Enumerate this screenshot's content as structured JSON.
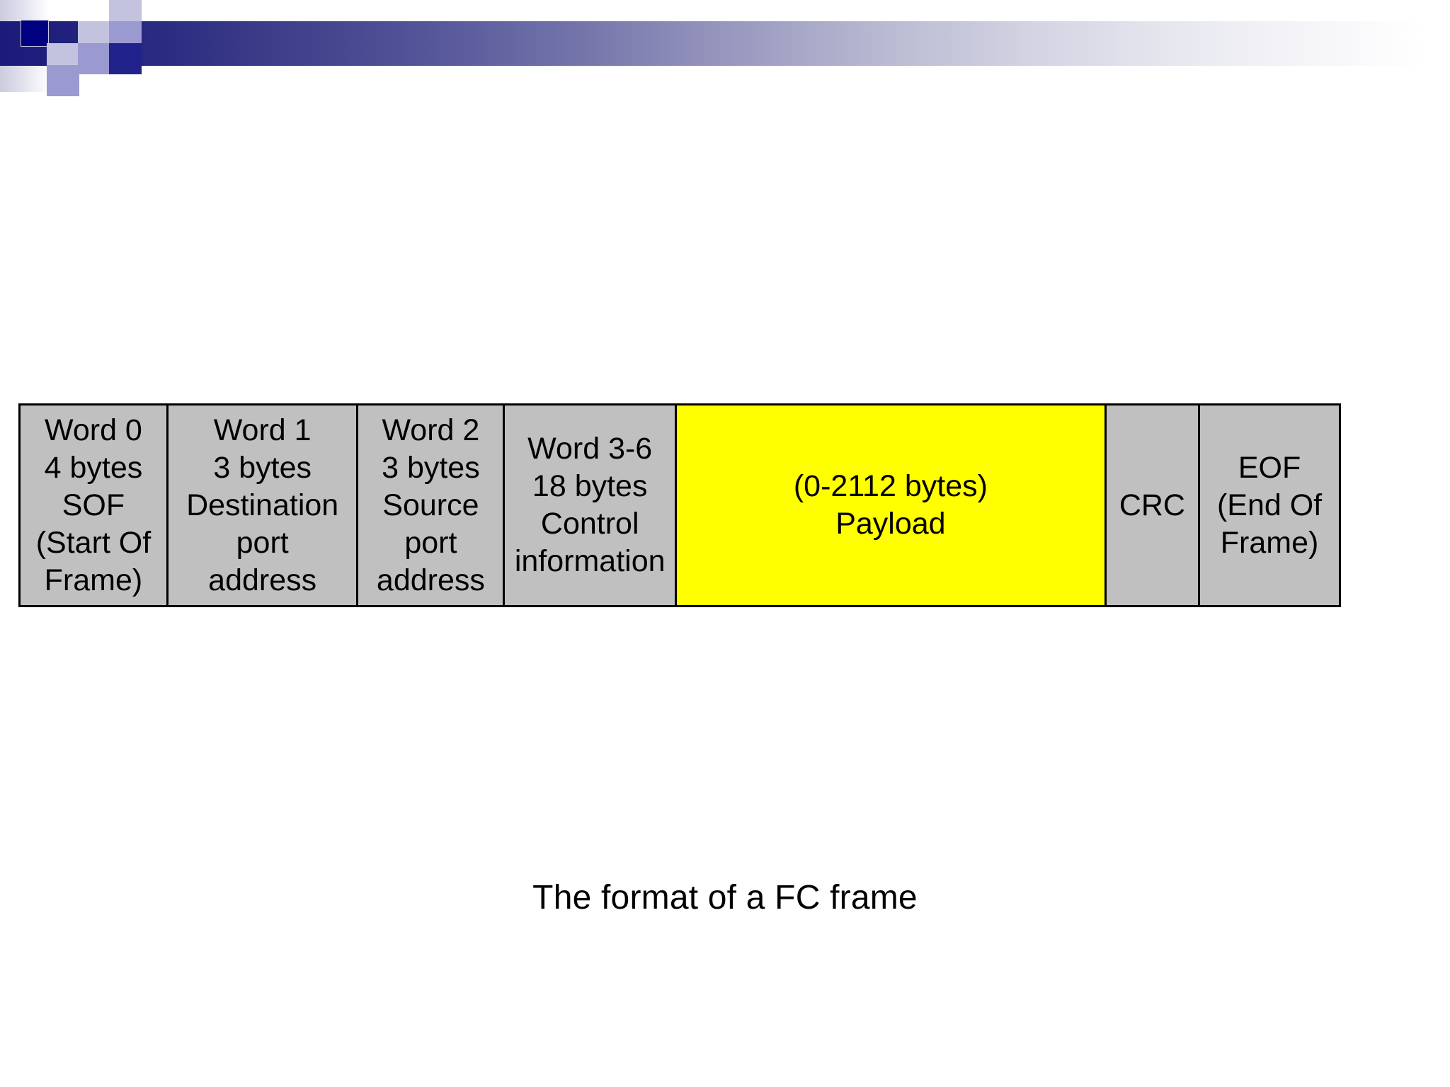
{
  "slide": {
    "background_color": "#ffffff",
    "caption": "The format of a FC frame"
  },
  "header": {
    "name": "decorative-banner",
    "gradient_from": "#1b1b7a",
    "gradient_to": "#ffffff",
    "accent_navy": "#000080",
    "accent_lilac": "#c3c3e0",
    "accent_periwinkle": "#9a9ad0",
    "accent_darkblue": "#22228c"
  },
  "diagram": {
    "title": "The format of a FC frame",
    "border_color": "#000000",
    "default_cell_color": "#c0c0c0",
    "highlight_cell_color": "#ffff00",
    "cells": [
      {
        "id": "sof",
        "lines": [
          "Word 0",
          "4 bytes",
          "SOF",
          "(Start Of",
          "Frame)"
        ],
        "color": "#c0c0c0"
      },
      {
        "id": "destination-port-address",
        "lines": [
          "Word 1",
          "3 bytes",
          "Destination",
          "port",
          "address"
        ],
        "color": "#c0c0c0"
      },
      {
        "id": "source-port-address",
        "lines": [
          "Word 2",
          "3 bytes",
          "Source",
          "port",
          "address"
        ],
        "color": "#c0c0c0"
      },
      {
        "id": "control-information",
        "lines": [
          "Word 3-6",
          "18 bytes",
          "Control",
          "information"
        ],
        "color": "#c0c0c0"
      },
      {
        "id": "payload",
        "lines": [
          "(0-2112 bytes)",
          "Payload"
        ],
        "color": "#ffff00"
      },
      {
        "id": "crc",
        "lines": [
          "CRC"
        ],
        "color": "#c0c0c0"
      },
      {
        "id": "eof",
        "lines": [
          "EOF",
          "(End Of",
          "Frame)"
        ],
        "color": "#c0c0c0"
      }
    ]
  }
}
